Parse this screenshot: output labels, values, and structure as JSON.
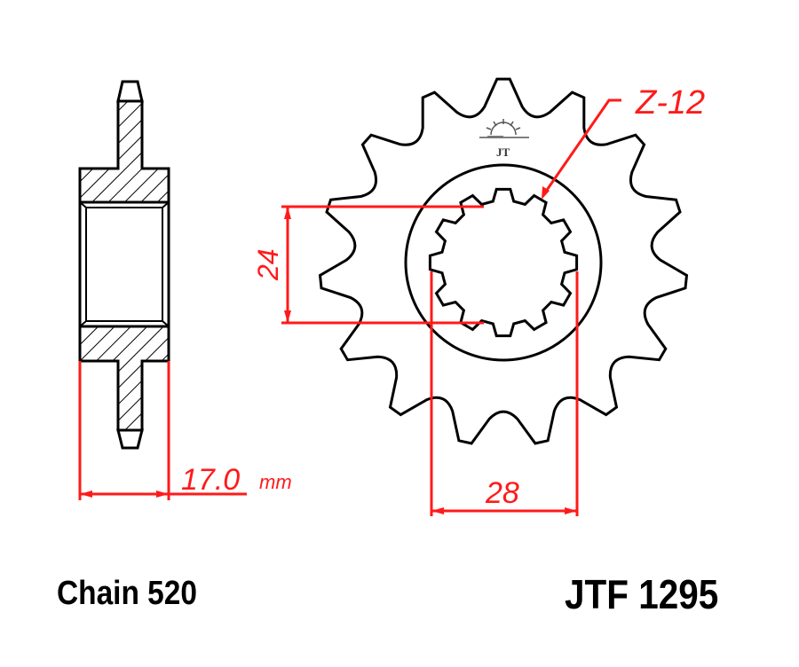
{
  "drawing": {
    "part_number": "JTF 1295",
    "chain_label": "Chain 520",
    "spline_label": "Z-12",
    "dimensions": {
      "thickness": "17.0",
      "thickness_unit": "mm",
      "spline_inner": "24",
      "spline_outer": "28"
    },
    "sprocket": {
      "teeth": 15,
      "spline_teeth": 12
    },
    "colors": {
      "outline": "#000000",
      "dimension": "#ff1a1a",
      "background": "#ffffff"
    },
    "logo": "jt-sun-logo"
  }
}
